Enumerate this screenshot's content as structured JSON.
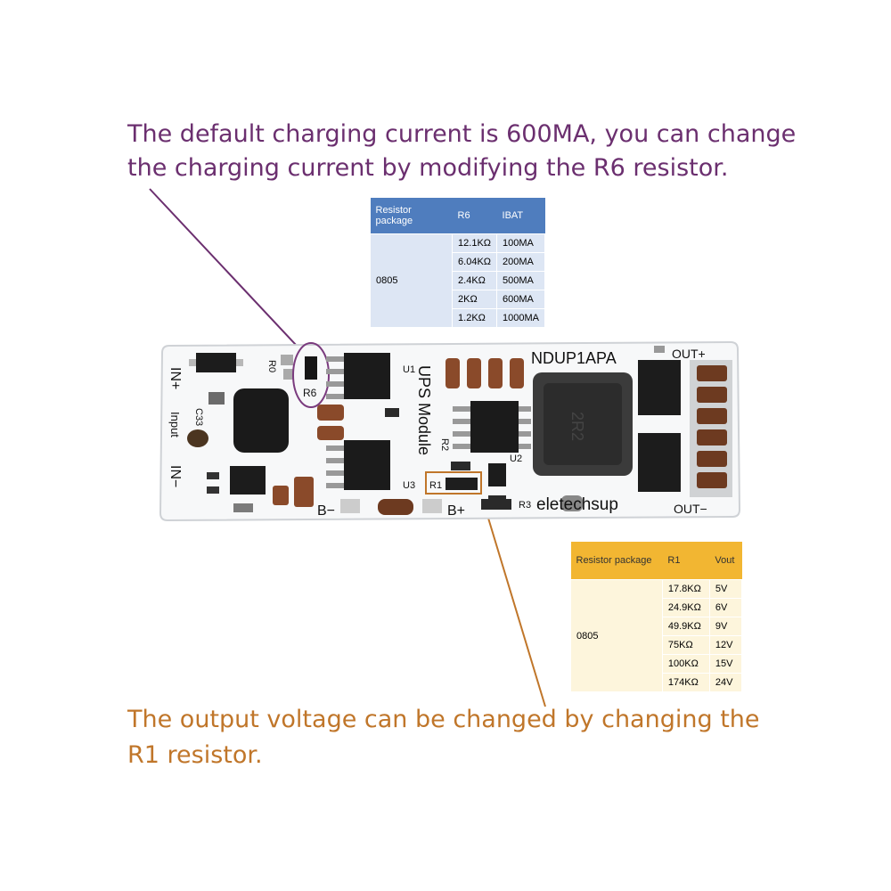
{
  "captions": {
    "top_line1": "The default charging current is 600MA, you can change",
    "top_line2": "the charging current by modifying the R6 resistor.",
    "bottom_line1": "The output voltage can be changed by changing the",
    "bottom_line2": "R1 resistor."
  },
  "table_r6": {
    "headers": [
      "Resistor package",
      "R6",
      "IBAT"
    ],
    "package": "0805",
    "rows": [
      {
        "r": "12.1KΩ",
        "v": "100MA"
      },
      {
        "r": "6.04KΩ",
        "v": "200MA"
      },
      {
        "r": "2.4KΩ",
        "v": "500MA"
      },
      {
        "r": "2KΩ",
        "v": "600MA"
      },
      {
        "r": "1.2KΩ",
        "v": "1000MA"
      }
    ]
  },
  "table_r1": {
    "headers": [
      "Resistor package",
      "R1",
      "Vout"
    ],
    "package": "0805",
    "rows": [
      {
        "r": "17.8KΩ",
        "v": "5V"
      },
      {
        "r": "24.9KΩ",
        "v": "6V"
      },
      {
        "r": "49.9KΩ",
        "v": "9V"
      },
      {
        "r": "75KΩ",
        "v": "12V"
      },
      {
        "r": "100KΩ",
        "v": "15V"
      },
      {
        "r": "174KΩ",
        "v": "24V"
      }
    ]
  },
  "board": {
    "model": "NDUP1APA",
    "brand": "eletechsup",
    "module": "UPS Module",
    "in_plus": "IN+",
    "in_minus": "IN−",
    "input": "Input",
    "out_plus": "OUT+",
    "out_minus": "OUT−",
    "b_minus": "B−",
    "b_plus": "B+",
    "r0": "R0",
    "r6": "R6",
    "r1": "R1",
    "r2": "R2",
    "r3": "R3",
    "u1": "U1",
    "u2": "U2",
    "u3": "U3",
    "c33": "C33",
    "inductor_mark": "2R2"
  },
  "colors": {
    "purple": "#6b2f6f",
    "orange": "#c0762a",
    "blue_header": "#4f7dbe",
    "gold_header": "#f2b632"
  }
}
